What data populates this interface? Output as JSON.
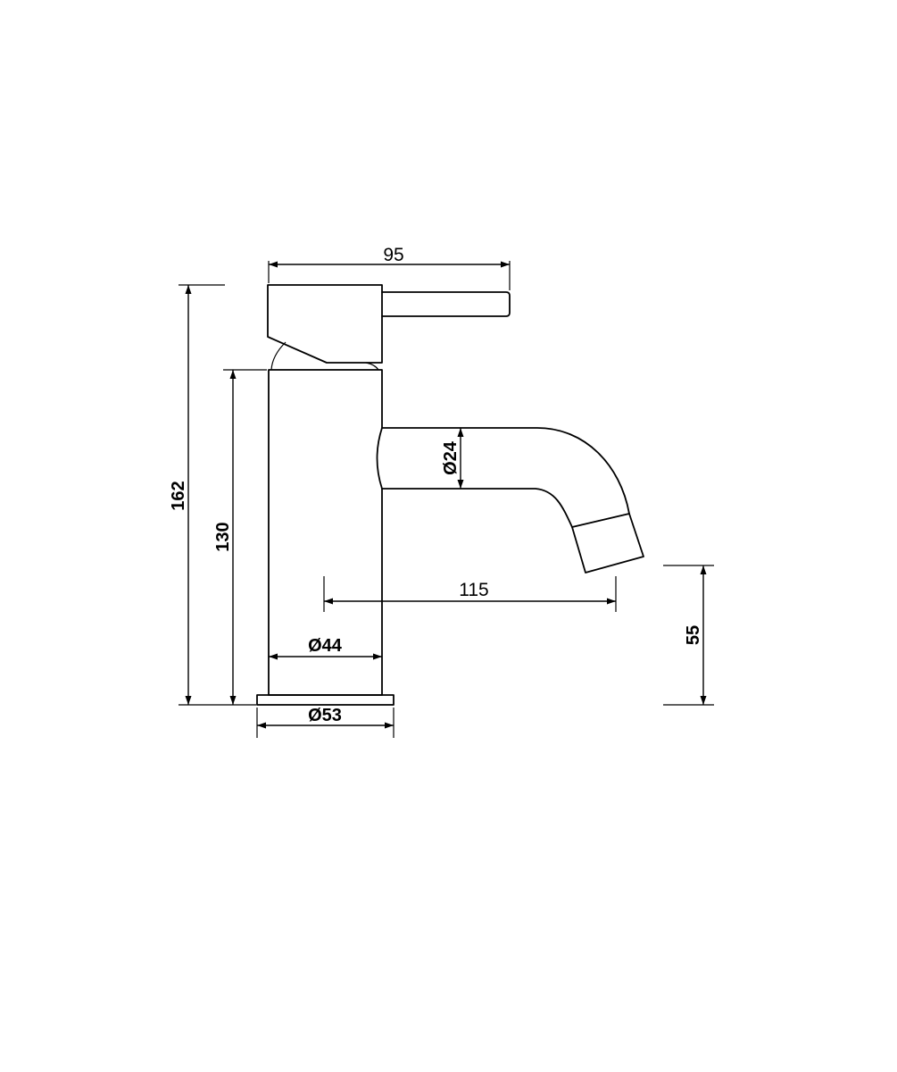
{
  "dimensions": {
    "overall_width": "95",
    "overall_height": "162",
    "body_height": "130",
    "spout_diameter": "Ø24",
    "spout_reach": "115",
    "body_diameter": "Ø44",
    "base_diameter": "Ø53",
    "outlet_height": "55"
  }
}
